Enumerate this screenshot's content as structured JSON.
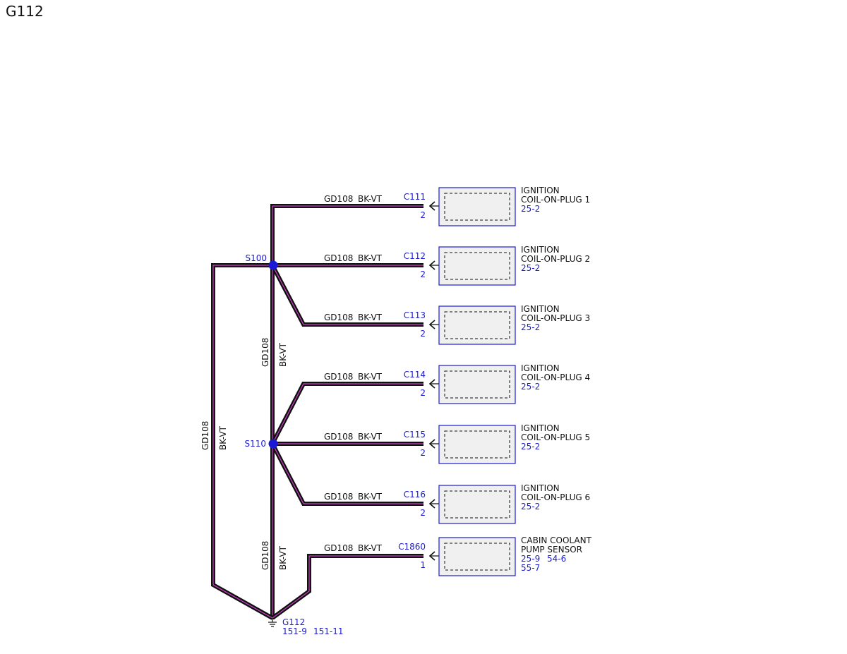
{
  "page_title": "G112",
  "colors": {
    "wire_outer": "#111111",
    "wire_stripe": "#d040c8",
    "ref_blue": "#1a1ad6",
    "component_fill": "#f0f0f0"
  },
  "splices": {
    "s100": "S100",
    "s110": "S110"
  },
  "wire_labels": {
    "circuit": "GD108",
    "color": "BK-VT"
  },
  "ground": {
    "name": "G112",
    "ref1": "151-9",
    "ref2": "151-11"
  },
  "connectors": [
    {
      "id": "C111",
      "pin": "2",
      "name1": "IGNITION",
      "name2": "COIL-ON-PLUG 1",
      "ref1": "25-2",
      "ref2": "",
      "ref3": ""
    },
    {
      "id": "C112",
      "pin": "2",
      "name1": "IGNITION",
      "name2": "COIL-ON-PLUG 2",
      "ref1": "25-2",
      "ref2": "",
      "ref3": ""
    },
    {
      "id": "C113",
      "pin": "2",
      "name1": "IGNITION",
      "name2": "COIL-ON-PLUG 3",
      "ref1": "25-2",
      "ref2": "",
      "ref3": ""
    },
    {
      "id": "C114",
      "pin": "2",
      "name1": "IGNITION",
      "name2": "COIL-ON-PLUG 4",
      "ref1": "25-2",
      "ref2": "",
      "ref3": ""
    },
    {
      "id": "C115",
      "pin": "2",
      "name1": "IGNITION",
      "name2": "COIL-ON-PLUG 5",
      "ref1": "25-2",
      "ref2": "",
      "ref3": ""
    },
    {
      "id": "C116",
      "pin": "2",
      "name1": "IGNITION",
      "name2": "COIL-ON-PLUG 6",
      "ref1": "25-2",
      "ref2": "",
      "ref3": ""
    },
    {
      "id": "C1860",
      "pin": "1",
      "name1": "CABIN COOLANT",
      "name2": "PUMP SENSOR",
      "ref1": "25-9",
      "ref2": "54-6",
      "ref3": "55-7"
    }
  ]
}
